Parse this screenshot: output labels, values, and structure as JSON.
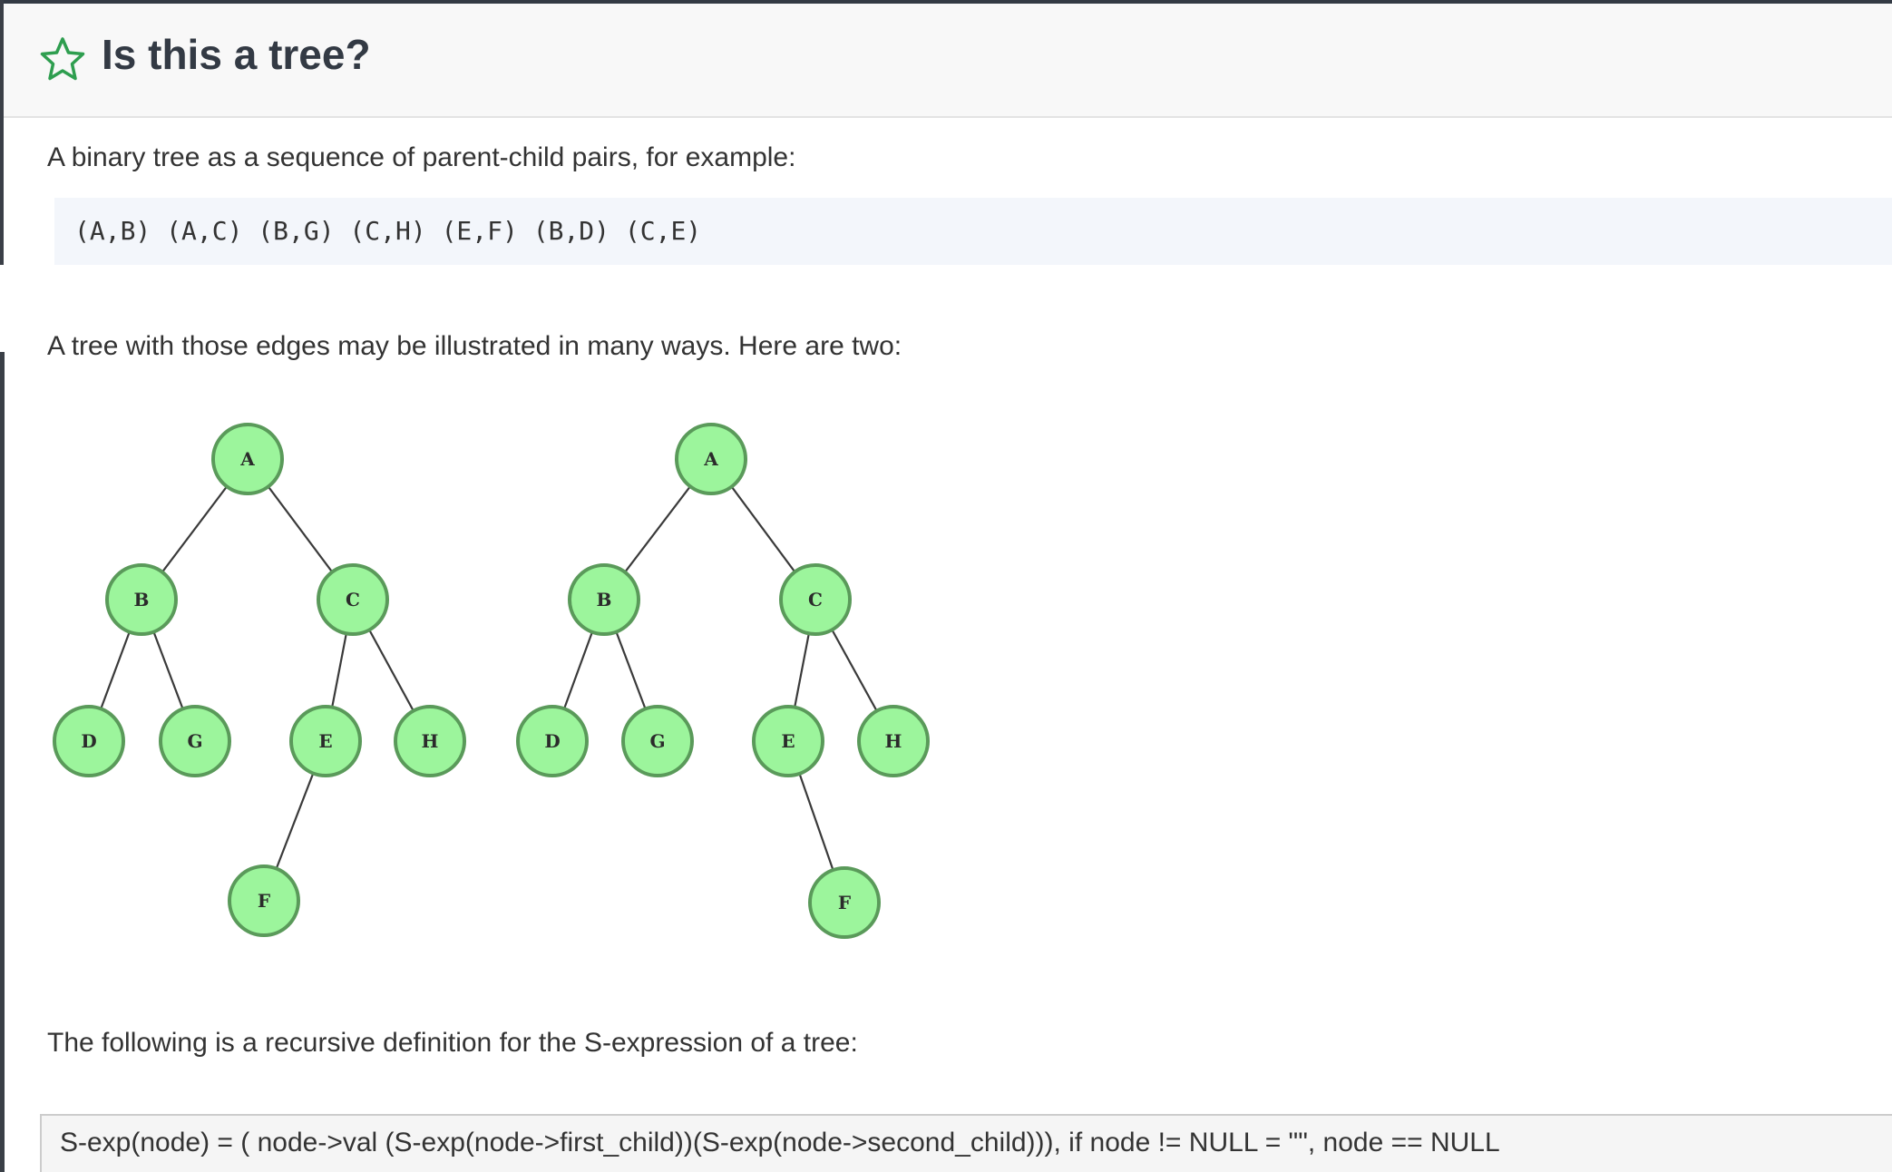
{
  "header": {
    "title": "Is this a tree?",
    "icon": "star-outline-icon",
    "icon_color": "#2e9e4f"
  },
  "content": {
    "intro": "A binary tree as a sequence of parent-child pairs, for example:",
    "pairs_example": "(A,B) (A,C) (B,G) (C,H) (E,F) (B,D) (C,E)",
    "illustration_intro": "A tree with those edges may be illustrated in many ways. Here are two:",
    "sexp_intro": "The following is a recursive definition for the S-expression of a tree:",
    "sexp_definition": "S-exp(node) = ( node->val (S-exp(node->first_child))(S-exp(node->second_child))), if node != NULL = \"\", node == NULL"
  },
  "diagram": {
    "node_fill": "#9cf59c",
    "node_stroke": "#5a9a5a",
    "trees": [
      {
        "nodes": [
          "A",
          "B",
          "C",
          "D",
          "G",
          "E",
          "H",
          "F"
        ],
        "edges": [
          [
            "A",
            "B"
          ],
          [
            "A",
            "C"
          ],
          [
            "B",
            "D"
          ],
          [
            "B",
            "G"
          ],
          [
            "C",
            "E"
          ],
          [
            "C",
            "H"
          ],
          [
            "E",
            "F"
          ]
        ]
      },
      {
        "nodes": [
          "A",
          "B",
          "C",
          "D",
          "G",
          "E",
          "H",
          "F"
        ],
        "edges": [
          [
            "A",
            "B"
          ],
          [
            "A",
            "C"
          ],
          [
            "B",
            "D"
          ],
          [
            "B",
            "G"
          ],
          [
            "C",
            "E"
          ],
          [
            "C",
            "H"
          ],
          [
            "E",
            "F"
          ]
        ]
      }
    ]
  }
}
